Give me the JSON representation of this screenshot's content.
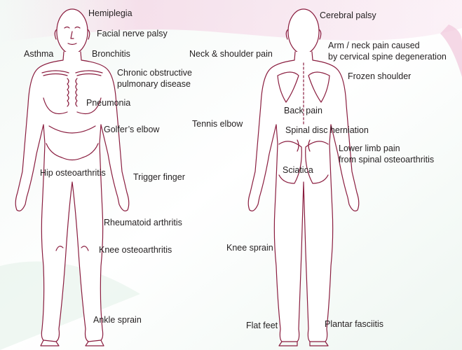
{
  "colors": {
    "outline": "#8a1d3f",
    "text": "#231f20",
    "background_pink": "#f4d3e4",
    "background_mint": "#e9f4ee"
  },
  "front_labels": {
    "hemiplegia": "Hemiplegia",
    "facial_nerve_palsy": "Facial nerve palsy",
    "asthma": "Asthma",
    "bronchitis": "Bronchitis",
    "copd_line1": "Chronic obstructive",
    "copd_line2": "pulmonary disease",
    "pneumonia": "Pneumonia",
    "golfers_elbow": "Golfer’s elbow",
    "hip_osteoarthritis": "Hip osteoarthritis",
    "trigger_finger": "Trigger finger",
    "rheumatoid_arthritis": "Rheumatoid arthritis",
    "knee_osteoarthritis": "Knee osteoarthritis",
    "ankle_sprain": "Ankle sprain"
  },
  "back_labels": {
    "cerebral_palsy": "Cerebral palsy",
    "neck_shoulder_pain": "Neck & shoulder pain",
    "arm_neck_pain_line1": "Arm / neck pain caused",
    "arm_neck_pain_line2": "by cervical spine degeneration",
    "frozen_shoulder": "Frozen shoulder",
    "back_pain": "Back pain",
    "tennis_elbow": "Tennis elbow",
    "spinal_disc_herniation": "Spinal disc herniation",
    "lower_limb_pain_line1": "Lower limb pain",
    "lower_limb_pain_line2": "from spinal osteoarthritis",
    "sciatica": "Sciatica",
    "knee_sprain": "Knee sprain",
    "flat_feet": "Flat feet",
    "plantar_fasciitis": "Plantar fasciitis"
  }
}
